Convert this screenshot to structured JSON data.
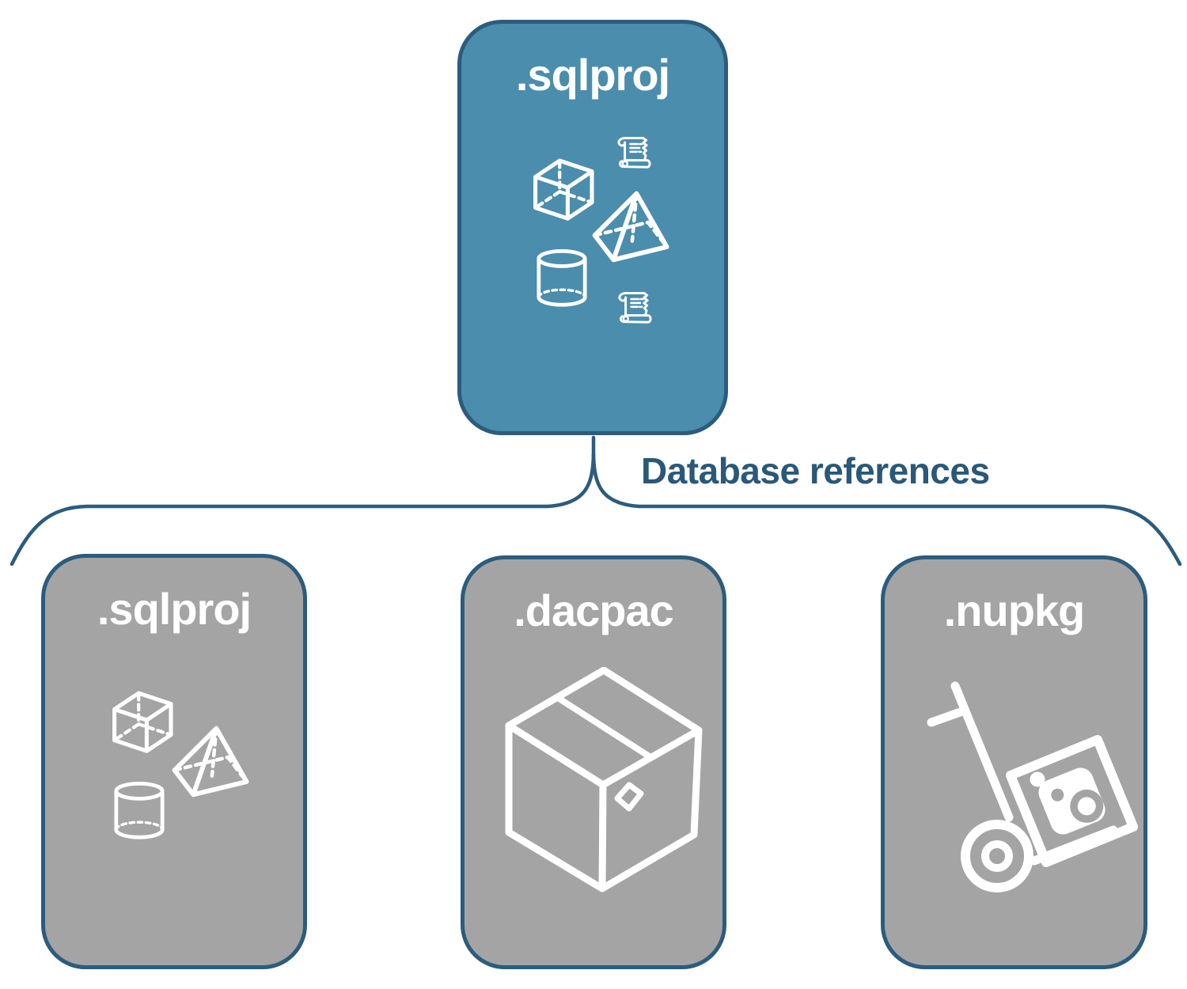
{
  "diagram": {
    "connector_label": "Database references",
    "root": {
      "label": ".sqlproj",
      "icons": [
        "cube-icon",
        "scroll-icon",
        "pyramid-icon",
        "cylinder-icon",
        "scroll-icon"
      ]
    },
    "children": [
      {
        "label": ".sqlproj",
        "icons": [
          "cube-icon",
          "pyramid-icon",
          "cylinder-icon"
        ]
      },
      {
        "label": ".dacpac",
        "icons": [
          "package-box-icon"
        ]
      },
      {
        "label": ".nupkg",
        "icons": [
          "nuget-hand-truck-icon"
        ]
      }
    ],
    "colors": {
      "root_fill": "#4B8DAC",
      "child_fill": "#A4A4A4",
      "border": "#2B5C7E",
      "label_text": "#FFFFFF",
      "connector": "#2B5C7E",
      "connector_label_color": "#2A5878",
      "icon_stroke": "#FFFFFF"
    }
  }
}
